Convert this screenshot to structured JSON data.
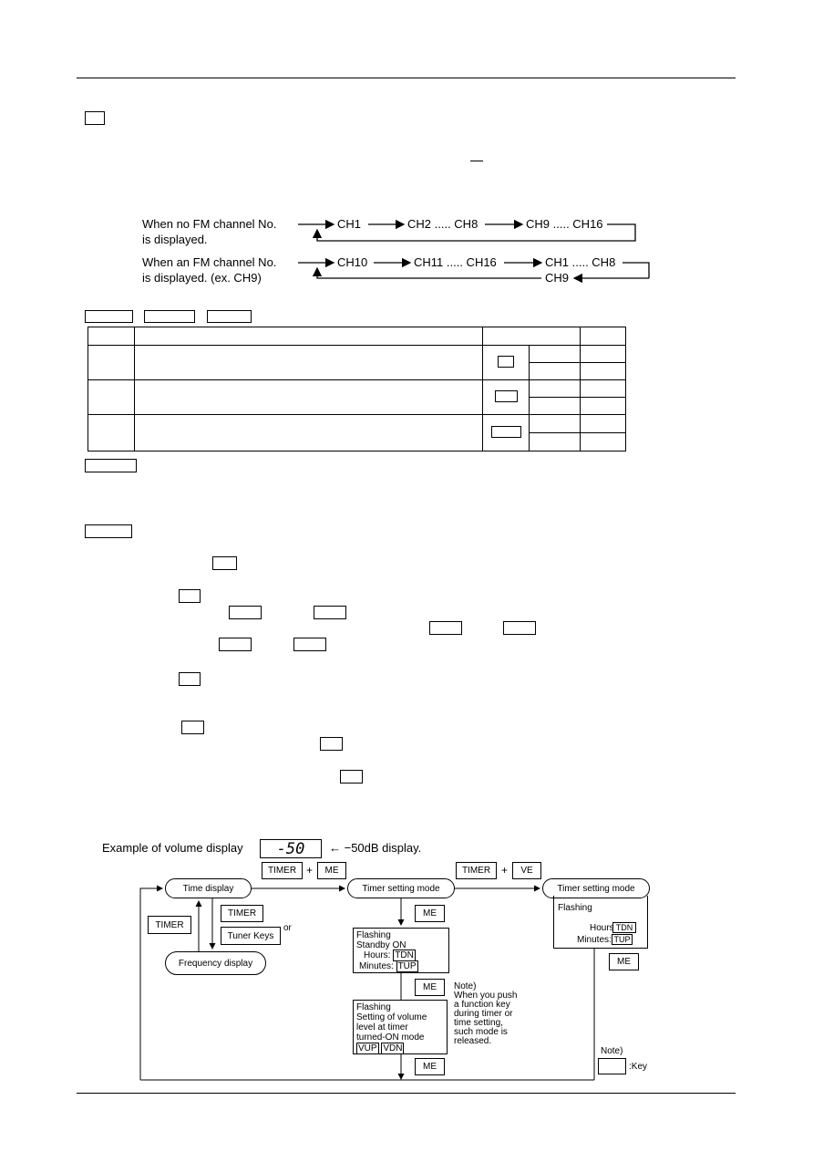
{
  "fm_diagram": {
    "row1_label": [
      "When no FM channel No.",
      "is displayed."
    ],
    "row1_sequence": [
      "CH1",
      "CH2 ..... CH8",
      "CH9 ..... CH16"
    ],
    "row2_label": [
      "When an FM channel No.",
      "is displayed. (ex. CH9)"
    ],
    "row2_sequence": [
      "CH10",
      "CH11 ..... CH16",
      "CH1 ..... CH8"
    ],
    "row2_return": "CH9"
  },
  "volume_example": {
    "label": "Example of volume display",
    "display_value": "-50",
    "note": "← −50dB display."
  },
  "flowchart": {
    "combo1": {
      "key1": "TIMER",
      "plus": "+",
      "key2": "ME"
    },
    "combo2": {
      "key1": "TIMER",
      "plus": "+",
      "key2": "VE"
    },
    "time_display": "Time display",
    "timer_setting_mode_1": "Timer setting mode",
    "timer_setting_mode_2": "Timer setting mode",
    "frequency_display": "Frequency display",
    "timer_key_left": "TIMER",
    "timer_key_mid": "TIMER",
    "tuner_keys": "Tuner Keys",
    "or_text": "or",
    "me_1": "ME",
    "me_2": "ME",
    "me_3": "ME",
    "me_right": "ME",
    "standby_box": {
      "line1": "Flashing",
      "line2": "Standby ON",
      "hours_label": "Hours:",
      "hours_key": "TDN",
      "minutes_label": "Minutes:",
      "minutes_key": "TUP"
    },
    "right_box": {
      "line1": "Flashing",
      "hours_label": "Hours:",
      "hours_key": "TDN",
      "minutes_label": "Minutes:",
      "minutes_key": "TUP"
    },
    "volume_box": {
      "lines": [
        "Flashing",
        "Setting of volume",
        "level at timer",
        "turned-ON mode"
      ],
      "key1": "VUP",
      "key2": "VDN"
    },
    "note_text": [
      "Note)",
      "When you push",
      "a function key",
      "during timer or",
      "time setting,",
      "such mode is",
      "released."
    ],
    "note_legend_title": "Note)",
    "note_legend_key": ":Key"
  }
}
